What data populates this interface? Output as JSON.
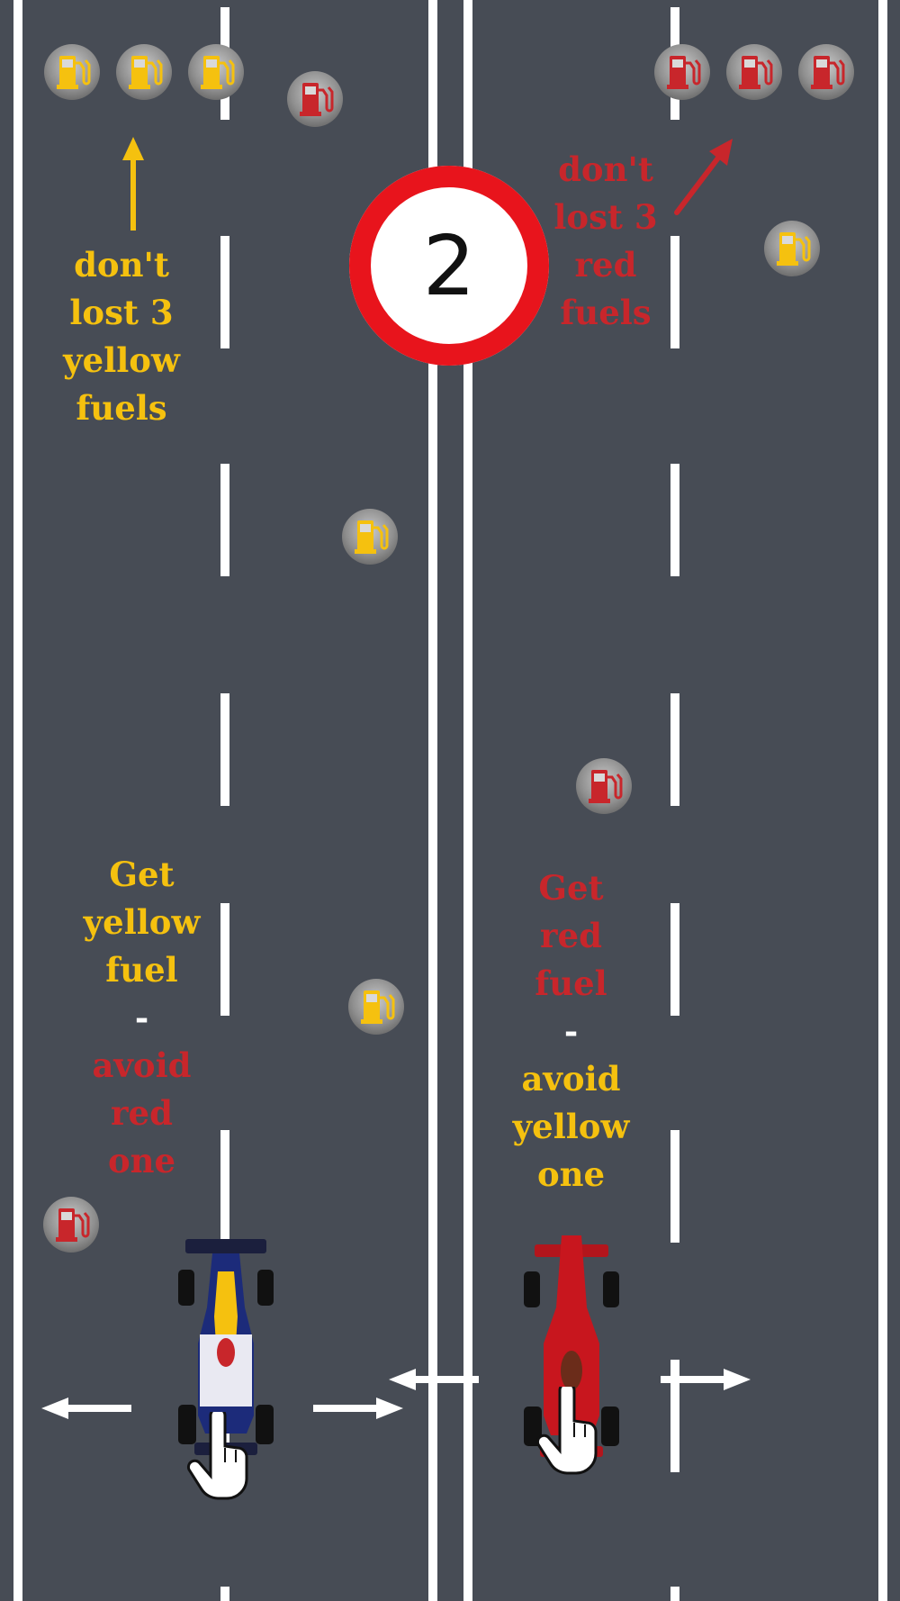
{
  "score": "2",
  "colors": {
    "road": "#474c55",
    "yellow_fuel": "#f5c10f",
    "red_fuel": "#c8262b",
    "score_ring": "#e8141c"
  },
  "left_player": {
    "lives_label": [
      "don't",
      "lost 3",
      "yellow",
      "fuels"
    ],
    "instruction": {
      "get": [
        "Get",
        "yellow",
        "fuel"
      ],
      "separator": "-",
      "avoid": [
        "avoid",
        "red",
        "one"
      ]
    },
    "lives_icons": [
      "yellow-fuel-icon",
      "yellow-fuel-icon",
      "yellow-fuel-icon"
    ]
  },
  "right_player": {
    "lives_label": [
      "don't",
      "lost 3",
      "red",
      "fuels"
    ],
    "instruction": {
      "get": [
        "Get",
        "red",
        "fuel"
      ],
      "separator": "-",
      "avoid": [
        "avoid",
        "yellow",
        "one"
      ]
    },
    "lives_icons": [
      "red-fuel-icon",
      "red-fuel-icon",
      "red-fuel-icon"
    ]
  },
  "icons": {
    "fuel_pump": "fuel-pump-icon",
    "car_left": "blue-yellow-f1-car",
    "car_right": "red-f1-car",
    "tap_hand": "tap-hand-icon",
    "arrow_left": "arrow-left-icon",
    "arrow_right": "arrow-right-icon",
    "arrow_up": "arrow-up-icon"
  }
}
